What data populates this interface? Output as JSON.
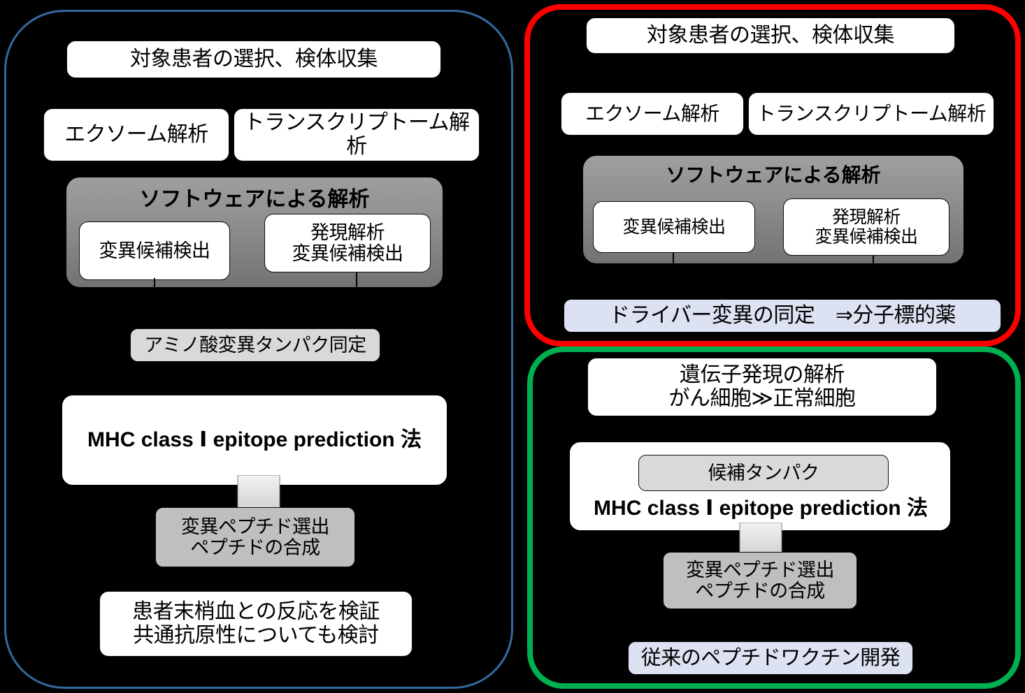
{
  "diagram": {
    "title": "neoantigen identification workflow comparison",
    "colors": {
      "background": "#000000",
      "frame_blue": "#34699d",
      "frame_red": "#fe0000",
      "frame_green": "#00b050",
      "box_white": "#ffffff",
      "box_gray_light": "#d9d9d9",
      "box_gray_mid": "#bfbfbf",
      "box_light_blue": "#dce2f2",
      "panel_gray": "#8d8d8d"
    }
  },
  "left_panel": {
    "frame_color": "#34699d",
    "nodes": {
      "patient_selection": "対象患者の選択、検体収集",
      "exome": "エクソーム解析",
      "transcriptome": "トランスクリプトーム解析",
      "software_panel_title": "ソフトウェアによる解析",
      "variant_detection": "変異候補検出",
      "expression_variant_detection": "発現解析\n変異候補検出",
      "amino_acid_protein": "アミノ酸変異タンパク同定",
      "mhc_prediction": "MHC class Ⅰ epitope prediction 法",
      "peptide_selection": "変異ペプチド選出\nペプチドの合成",
      "validation": "患者末梢血との反応を検証\n共通抗原性についても検討"
    }
  },
  "top_right_panel": {
    "frame_color": "#fe0000",
    "nodes": {
      "patient_selection": "対象患者の選択、検体収集",
      "exome": "エクソーム解析",
      "transcriptome": "トランスクリプトーム解析",
      "software_panel_title": "ソフトウェアによる解析",
      "variant_detection": "変異候補検出",
      "expression_variant_detection": "発現解析\n変異候補検出",
      "driver_mutation": "ドライバー変異の同定　⇒分子標的薬"
    }
  },
  "bottom_right_panel": {
    "frame_color": "#00b050",
    "nodes": {
      "gene_expression": "遺伝子発現の解析\nがん細胞≫正常細胞",
      "candidate_protein": "候補タンパク",
      "mhc_prediction": "MHC class Ⅰ epitope prediction 法",
      "peptide_selection": "変異ペプチド選出\nペプチドの合成",
      "conventional_vaccine": "従来のペプチドワクチン開発"
    }
  }
}
